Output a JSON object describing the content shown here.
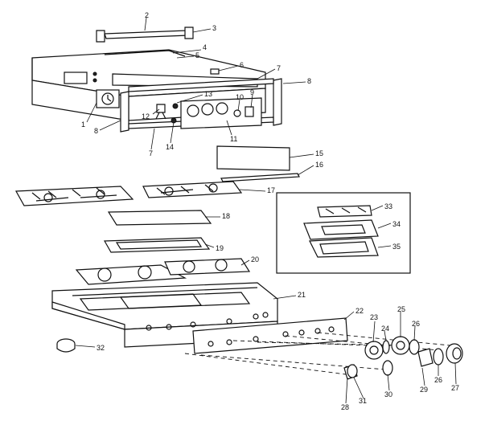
{
  "labels": {
    "p1": "1",
    "p2": "2",
    "p3": "3",
    "p4": "4",
    "p5": "5",
    "p6": "6",
    "p7a": "7",
    "p7b": "7",
    "p8a": "8",
    "p8b": "8",
    "p9": "9",
    "p10": "10",
    "p11": "11",
    "p12": "12",
    "p13": "13",
    "p14": "14",
    "p15": "15",
    "p16": "16",
    "p17": "17",
    "p18": "18",
    "p19": "19",
    "p20": "20",
    "p21": "21",
    "p22": "22",
    "p23": "23",
    "p24": "24",
    "p25": "25",
    "p26a": "26",
    "p26b": "26",
    "p27": "27",
    "p28": "28",
    "p29": "29",
    "p30": "30",
    "p31": "31",
    "p32": "32",
    "p33": "33",
    "p34": "34",
    "p35": "35"
  }
}
